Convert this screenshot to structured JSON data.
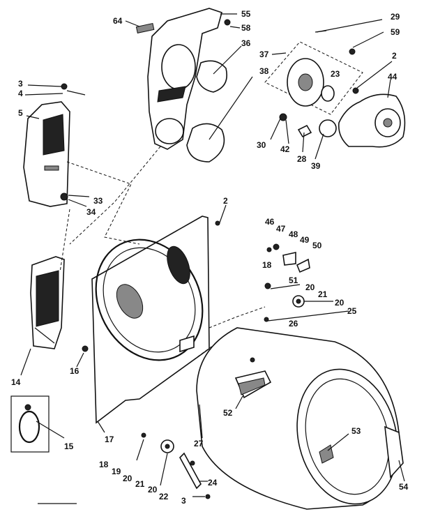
{
  "labels": {
    "l64": "64",
    "l55": "55",
    "l58": "58",
    "l36": "36",
    "l37": "37",
    "l38": "38",
    "l29": "29",
    "l59": "59",
    "l2a": "2",
    "l23": "23",
    "l44": "44",
    "l3a": "3",
    "l4": "4",
    "l5": "5",
    "l33": "33",
    "l34": "34",
    "l30": "30",
    "l42": "42",
    "l28": "28",
    "l39": "39",
    "l2b": "2",
    "l46": "46",
    "l47": "47",
    "l48": "48",
    "l49": "49",
    "l50": "50",
    "l18a": "18",
    "l51": "51",
    "l20a": "20",
    "l21a": "21",
    "l20b": "20",
    "l25": "25",
    "l26": "26",
    "l14": "14",
    "l16": "16",
    "l52": "52",
    "l15": "15",
    "l17": "17",
    "l27": "27",
    "l53": "53",
    "l54": "54",
    "l18b": "18",
    "l19": "19",
    "l20c": "20",
    "l21b": "21",
    "l20d": "20",
    "l22": "22",
    "l24": "24",
    "l3b": "3"
  }
}
